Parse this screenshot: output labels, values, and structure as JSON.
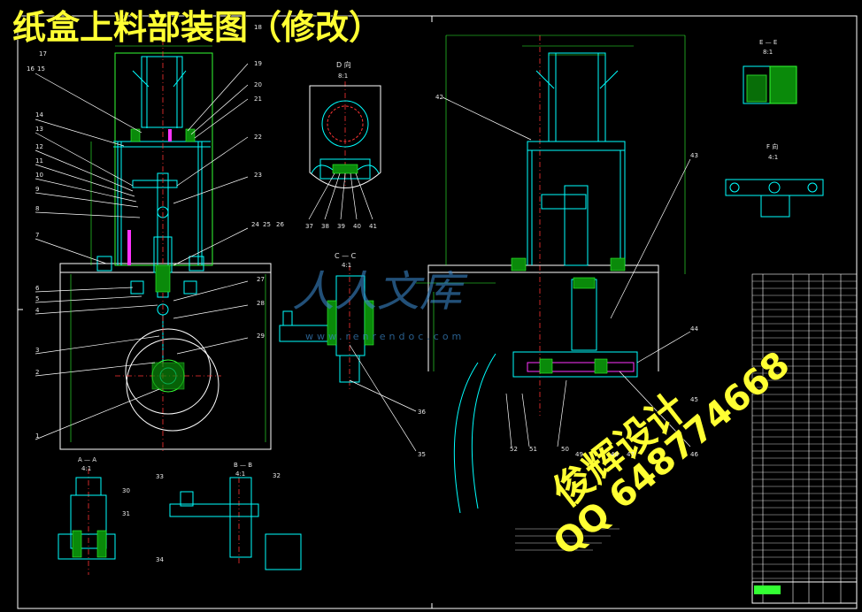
{
  "title": "纸盒上料部装图（修改）",
  "designer": "俊辉设计",
  "qq": "QQ 648774668",
  "watermark_text": "人人文库",
  "watermark_url": "www.renrendoc.com",
  "views": {
    "d": "D 向",
    "d_scale": "8:1",
    "cc": "C — C",
    "cc_scale": "4:1",
    "a": "A — A",
    "a_scale": "4:1",
    "b": "B — B",
    "b_scale": "4:1",
    "e": "E — E",
    "e_scale": "8:1",
    "f": "F 向",
    "f_scale": "4:1"
  },
  "part_numbers_left": [
    "16",
    "15",
    "14",
    "13",
    "12",
    "11",
    "10",
    "9",
    "8",
    "7",
    "6",
    "5",
    "4",
    "3",
    "2",
    "1"
  ],
  "part_numbers_top": [
    "17",
    "18",
    "19",
    "20",
    "21",
    "22",
    "23",
    "24",
    "25",
    "26",
    "27",
    "28",
    "29"
  ],
  "part_numbers_d": [
    "37",
    "38",
    "39",
    "40",
    "41"
  ],
  "part_numbers_other": [
    "30",
    "31",
    "32",
    "33",
    "34",
    "35",
    "36",
    "42",
    "43",
    "44",
    "45",
    "46",
    "47",
    "48",
    "49",
    "50",
    "51",
    "52"
  ],
  "colors": {
    "background": "#000000",
    "frame": "#ffffff",
    "part": "#00ffff",
    "centerline": "#ff3333",
    "dimension": "#33ff33",
    "title": "#ffff33",
    "hatch": "#00cc00",
    "magenta": "#ff33ff"
  }
}
